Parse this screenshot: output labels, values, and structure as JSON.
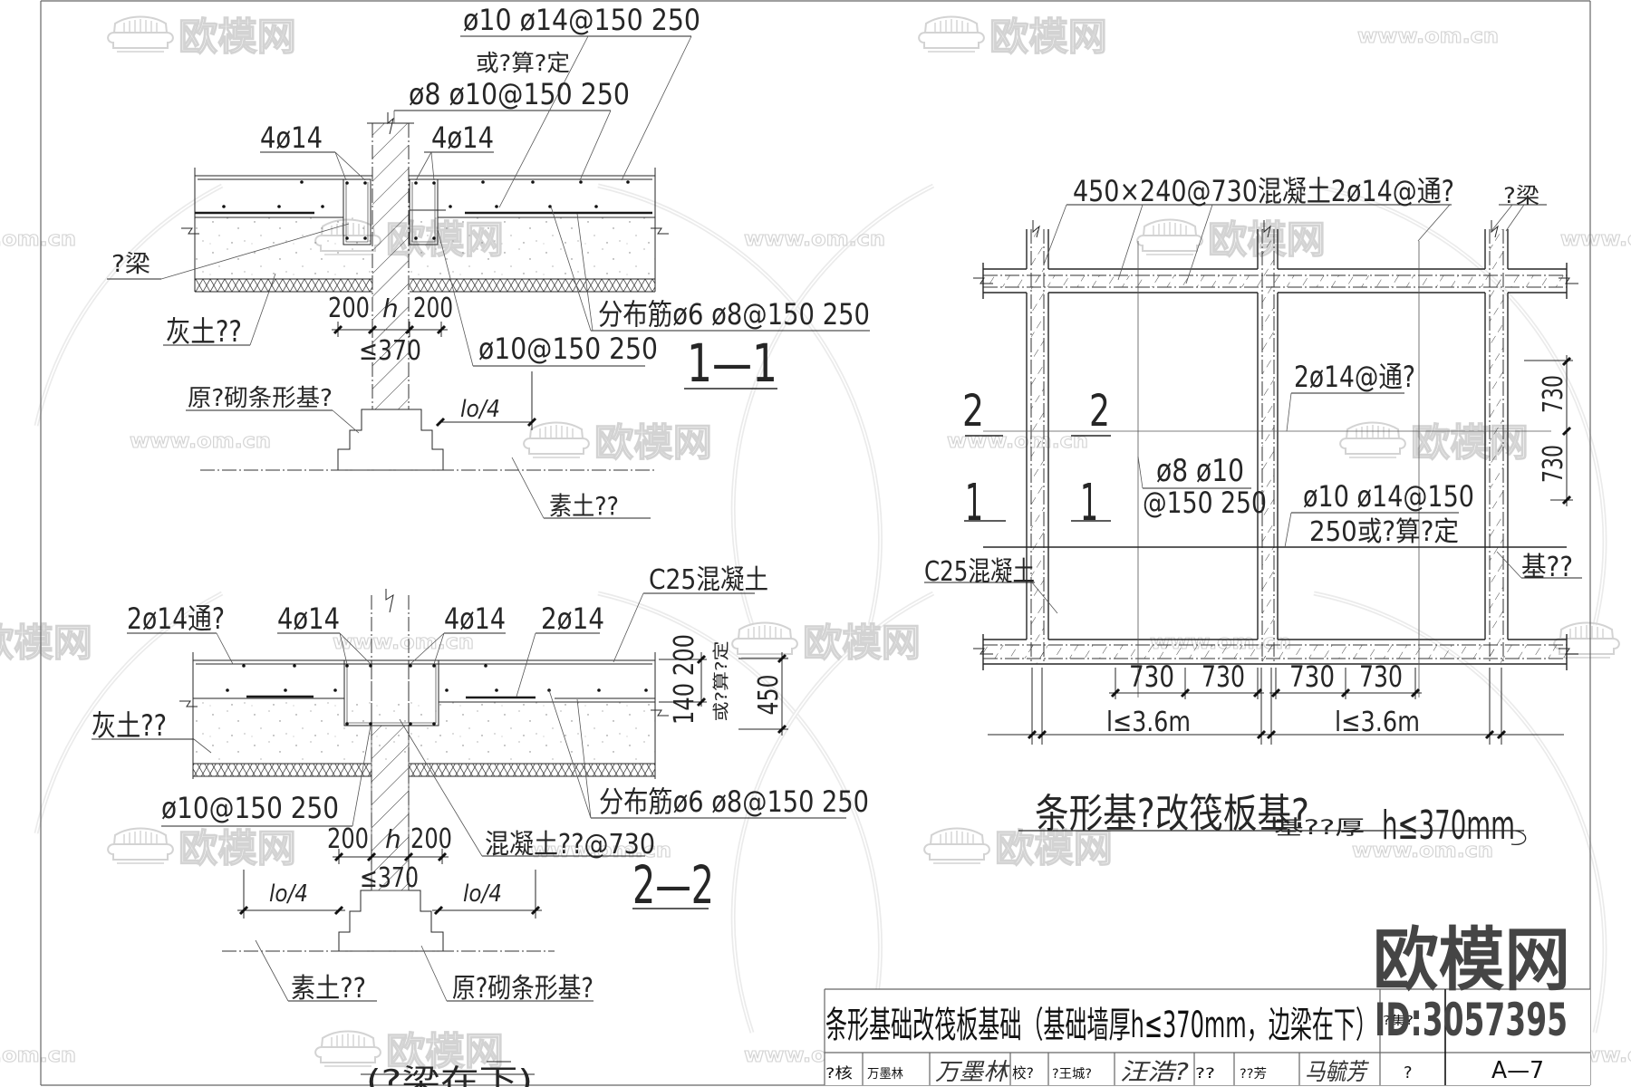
{
  "section_1": {
    "title": "1—1",
    "rebar_top_label": "ø10 ø14@150 250",
    "rebar_top_note": "或?算?定",
    "rebar_mid_label": "ø8 ø10@150 250",
    "beam_left_rebar": "4ø14",
    "beam_right_rebar": "4ø14",
    "edge_beam_label": "?梁",
    "lime_soil_label": "灰土??",
    "distribution_label": "分布筋ø6 ø8@150 250",
    "bottom_rebar_label": "ø10@150 250",
    "foundation_label": "原?砌条形基?",
    "plain_soil_label": "素土??",
    "quarter_span_label": "lo/4",
    "dim_left": "200",
    "dim_wall": "h",
    "dim_right": "200",
    "dim_wall_max": "≤370"
  },
  "section_2": {
    "title": "2—2",
    "concrete_label": "C25混凝土",
    "through_rebar_label": "2ø14通?",
    "beam_left_rebar": "4ø14",
    "beam_right_rebar": "4ø14",
    "rebar_right_label": "2ø14",
    "lime_soil_label": "灰土??",
    "bottom_rebar_label": "ø10@150 250",
    "distribution_label": "分布筋ø6 ø8@150 250",
    "tie_beam_label": "混凝土??@730",
    "plain_soil_label": "素土??",
    "foundation_label": "原?砌条形基?",
    "quarter_span_left": "lo/4",
    "quarter_span_right": "lo/4",
    "dim_left": "200",
    "dim_wall": "h",
    "dim_right": "200",
    "dim_wall_max": "≤370",
    "dim_slab": "140 200",
    "dim_slab_note": "或?算?定",
    "dim_beam_depth": "450",
    "caption": "(?梁在下)"
  },
  "plan": {
    "title": "条形基?改筏板基?",
    "subtitle_prefix": "基??厚",
    "subtitle_value": "h≤370mm",
    "top_label": "450×240@730混凝土2ø14@通?",
    "edge_beam_label": "?梁",
    "mid_rebar_label": "2ø14@通?",
    "slab_rebar_line1": "ø8 ø10",
    "slab_rebar_line2": "@150 250",
    "main_rebar_line1": "ø10 ø14@150",
    "main_rebar_line2": "250或?算?定",
    "concrete_label": "C25混凝土",
    "foundation_label": "基??",
    "section_marks": {
      "s2_left": "2",
      "s2_right": "2",
      "s1_left": "1",
      "s1_right": "1"
    },
    "dims_right": [
      "730",
      "730"
    ],
    "dims_bottom": [
      "730",
      "730",
      "730",
      "730"
    ],
    "span_labels": [
      "l≤3.6m",
      "l≤3.6m"
    ]
  },
  "title_block": {
    "title": "条形基础改筏板基础（基础墙厚h≤370mm，边梁在下）",
    "atlas_label": "?集?",
    "review_label": "?核",
    "reviewer_name": "万墨林",
    "reviewer_signature": "万墨林",
    "check_label": "校?",
    "checker_name": "?王城?",
    "checker_signature": "汪浩?",
    "design_label": "??",
    "designer_name": "??芳",
    "designer_signature": "马毓芳",
    "page_label": "?",
    "page_number": "A—7"
  },
  "watermark": {
    "brand": "欧模网",
    "url": "www.om.cn",
    "id": "ID:3057395",
    "color": "#454545"
  }
}
